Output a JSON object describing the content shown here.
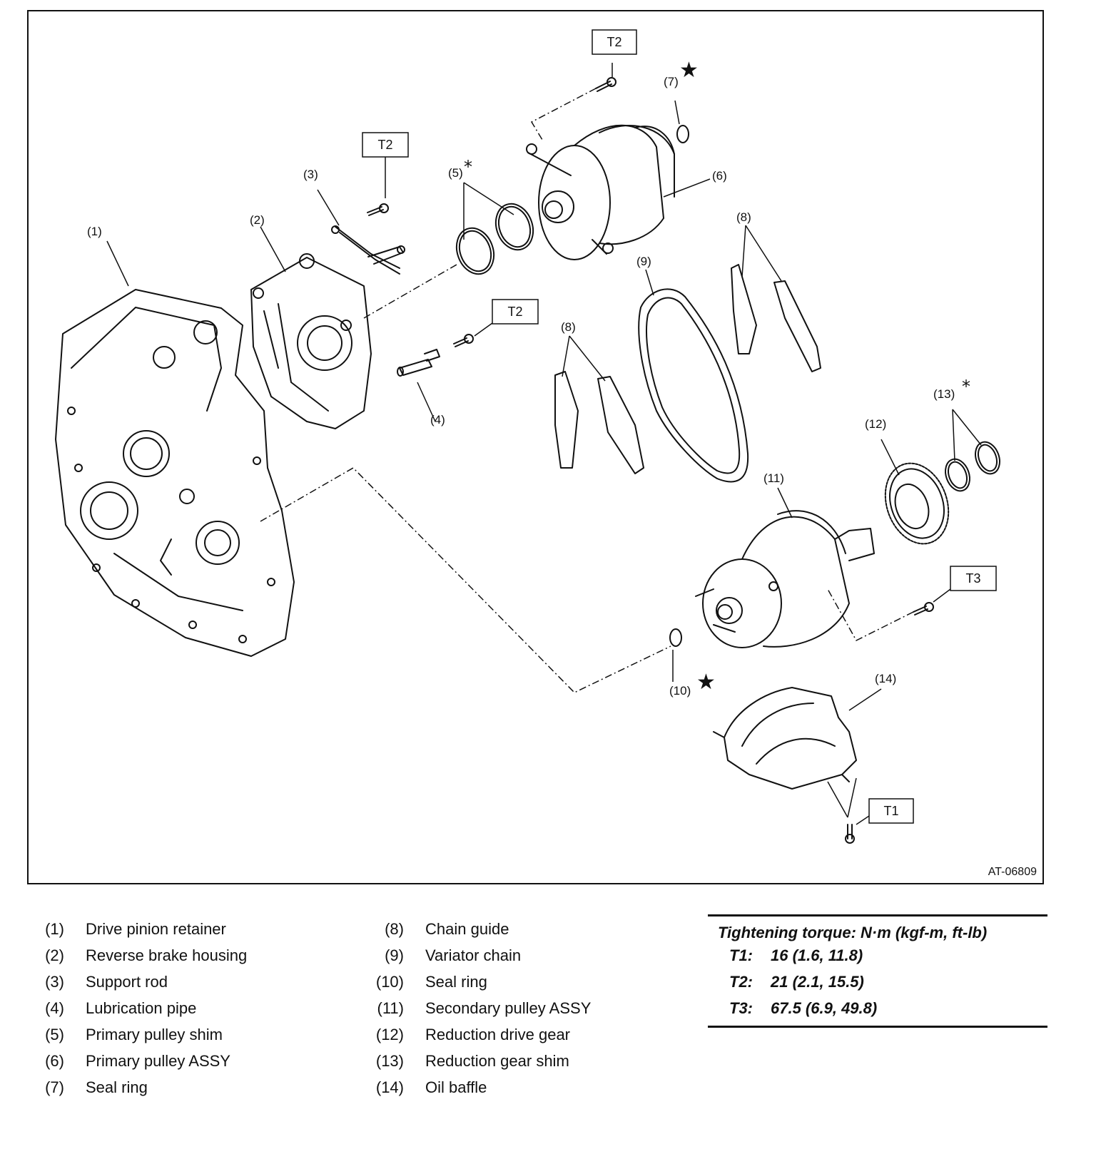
{
  "figure": {
    "figure_id": "AT-06809",
    "callouts": {
      "c1": "(1)",
      "c2": "(2)",
      "c3": "(3)",
      "c4": "(4)",
      "c5": "(5)",
      "c6": "(6)",
      "c7": "(7)",
      "c8a": "(8)",
      "c8b": "(8)",
      "c9": "(9)",
      "c10": "(10)",
      "c11": "(11)",
      "c12": "(12)",
      "c13": "(13)",
      "c14": "(14)"
    },
    "torque_boxes": {
      "t2_top": "T2",
      "t2_mid": "T2",
      "t2_pipe": "T2",
      "t3": "T3",
      "t1": "T1"
    },
    "symbols": {
      "star": "★",
      "asterisk": "*"
    }
  },
  "legend": {
    "left": [
      {
        "num": "(1)",
        "name": "Drive pinion retainer"
      },
      {
        "num": "(2)",
        "name": "Reverse brake housing"
      },
      {
        "num": "(3)",
        "name": "Support rod"
      },
      {
        "num": "(4)",
        "name": "Lubrication pipe"
      },
      {
        "num": "(5)",
        "name": "Primary pulley shim"
      },
      {
        "num": "(6)",
        "name": "Primary pulley ASSY"
      },
      {
        "num": "(7)",
        "name": "Seal ring"
      }
    ],
    "middle": [
      {
        "num": "(8)",
        "name": "Chain guide"
      },
      {
        "num": "(9)",
        "name": "Variator chain"
      },
      {
        "num": "(10)",
        "name": "Seal ring"
      },
      {
        "num": "(11)",
        "name": "Secondary pulley ASSY"
      },
      {
        "num": "(12)",
        "name": "Reduction drive gear"
      },
      {
        "num": "(13)",
        "name": "Reduction gear shim"
      },
      {
        "num": "(14)",
        "name": "Oil baffle"
      }
    ]
  },
  "torque": {
    "heading": "Tightening torque: N·m (kgf-m, ft-lb)",
    "rows": [
      {
        "key": "T1:",
        "value": "16 (1.6, 11.8)"
      },
      {
        "key": "T2:",
        "value": "21 (2.1, 15.5)"
      },
      {
        "key": "T3:",
        "value": "67.5 (6.9, 49.8)"
      }
    ]
  }
}
